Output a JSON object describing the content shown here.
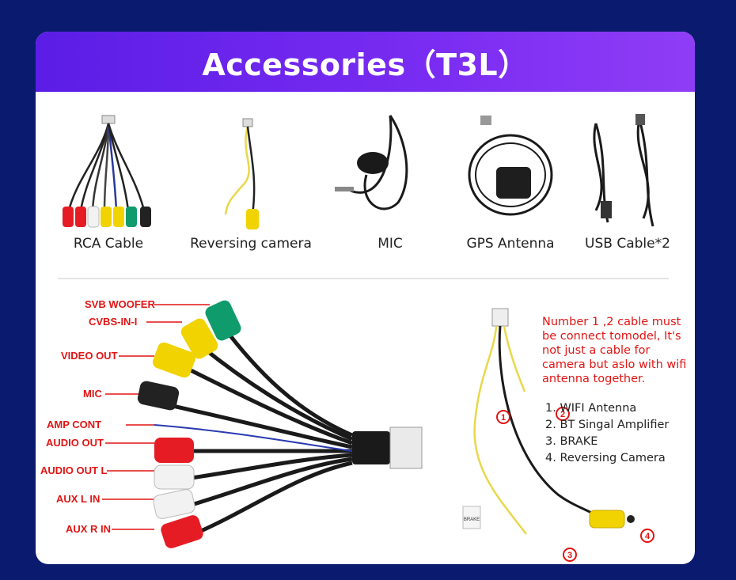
{
  "header": {
    "title": "Accessories（T3L）"
  },
  "accessories": [
    {
      "label": "RCA Cable",
      "icon": "rca-cable-image"
    },
    {
      "label": "Reversing camera",
      "icon": "reversing-camera-cable-image"
    },
    {
      "label": "MIC",
      "icon": "microphone-image"
    },
    {
      "label": "GPS Antenna",
      "icon": "gps-antenna-image"
    },
    {
      "label": "USB Cable*2",
      "icon": "usb-cable-image"
    }
  ],
  "harness": {
    "labels": {
      "svb_woofer": "SVB WOOFER",
      "cvbs_in": "CVBS-IN-I",
      "video_out": "VIDEO OUT",
      "mic": "MIC",
      "amp_cont": "AMP CONT",
      "audio_out": "AUDIO OUT",
      "audio_out_l": "AUDIO OUT L",
      "aux_l_in": "AUX L IN",
      "aux_r_in": "AUX R IN"
    }
  },
  "camera_cable": {
    "markers": [
      "1",
      "2",
      "3",
      "4"
    ],
    "brake_tag": "BRAKE",
    "note": "Number 1 ,2 cable must be connect tomodel, It's not just a cable for camera but aslo with wifi antenna together.",
    "legend": [
      "1. WIFI Antenna",
      "2. BT Singal Amplifier",
      "3. BRAKE",
      "4. Reversing Camera"
    ]
  },
  "colors": {
    "background": "#0a1a6e",
    "header_start": "#5b1de6",
    "header_end": "#8f3df5",
    "label_red": "#e21414"
  }
}
